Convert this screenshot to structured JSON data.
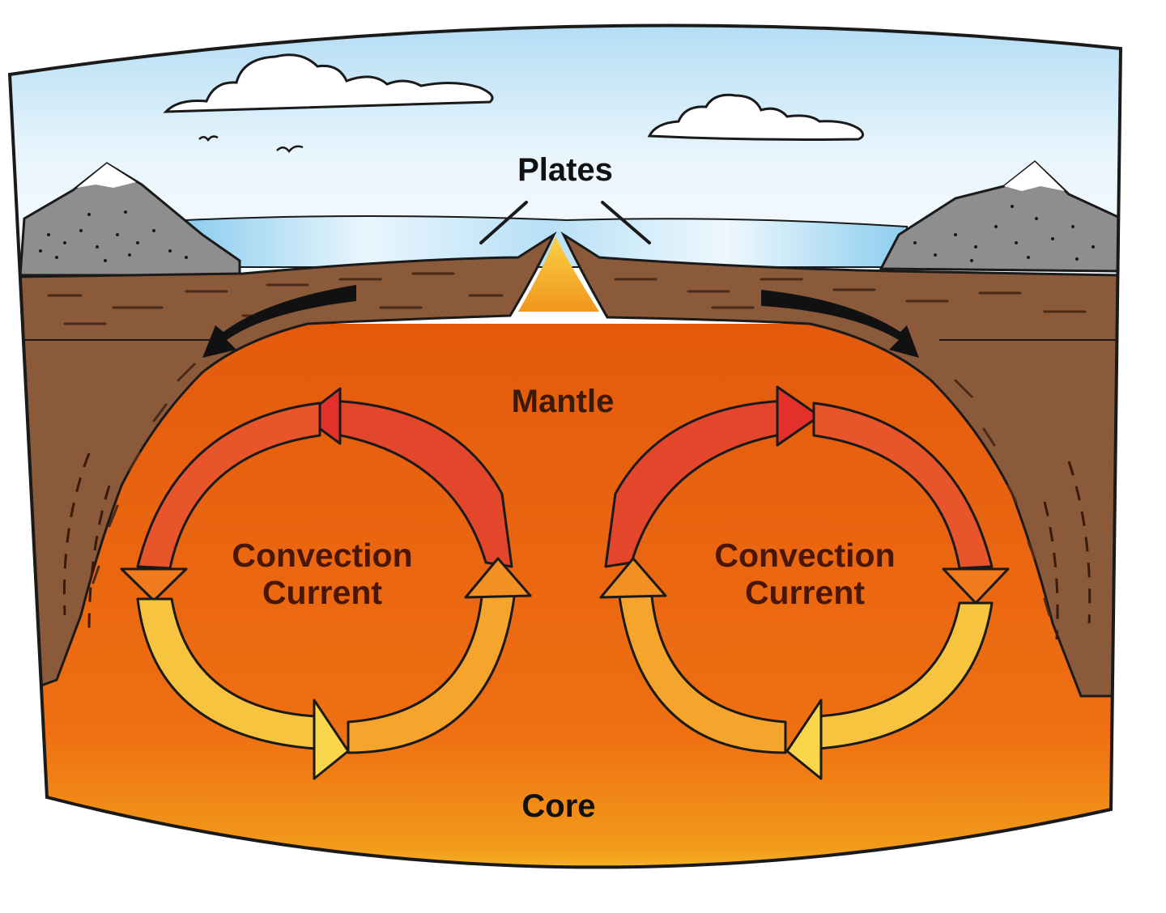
{
  "labels": {
    "plates": "Plates",
    "mantle": "Mantle",
    "core": "Core",
    "convection_left_line1": "Convection",
    "convection_left_line2": "Current",
    "convection_right_line1": "Convection",
    "convection_right_line2": "Current"
  },
  "colors": {
    "sky_top": "#a9d8f3",
    "sky_bottom": "#ffffff",
    "ocean": "#bfe4f7",
    "mountain": "#8e8e8e",
    "snow": "#ffffff",
    "crust": "#8a5a3a",
    "crust_dark": "#6e4228",
    "mantle": "#e8650f",
    "mantle_light": "#f08a1c",
    "core": "#f6e23a",
    "magma": "#f6b51e",
    "arrow_hot": "#e5332a",
    "arrow_warm": "#f07a1e",
    "arrow_cool": "#f8d245",
    "outline": "#1a1a1a"
  },
  "icons": {
    "birds": "bird-icon",
    "clouds": "cloud-icon",
    "plate_motion": "curved-arrow-icon",
    "convection": "circular-arrow-icon"
  }
}
